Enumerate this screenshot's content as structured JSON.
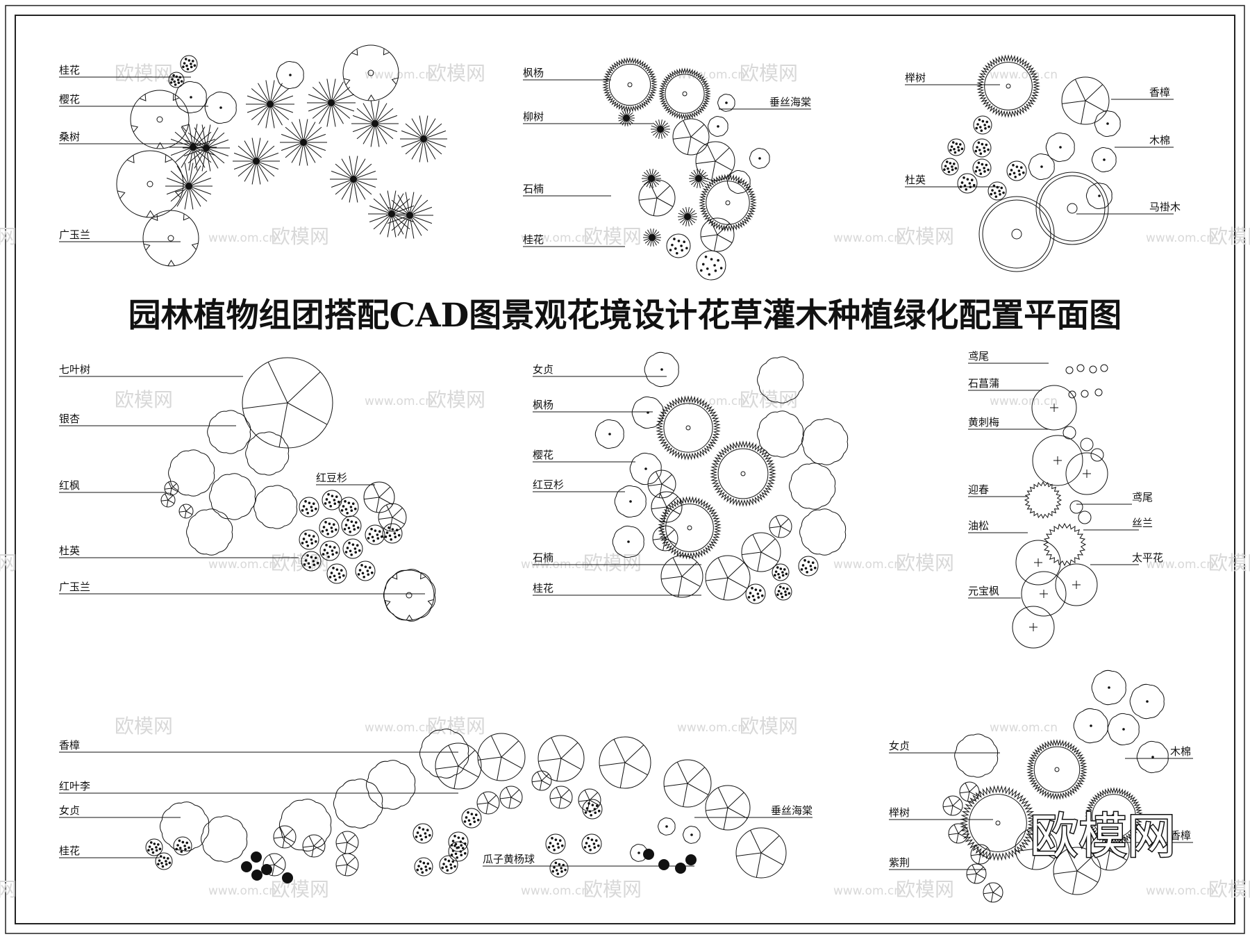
{
  "title": "园林植物组团搭配CAD图景观花境设计花草灌木种植绿化配置平面图",
  "logo": "欧模网",
  "watermark": {
    "text": "欧模网",
    "url": "www.om.cn",
    "url_partial": "om.cn",
    "url_prefix": "www."
  },
  "groups": {
    "g1": [
      "桂花",
      "樱花",
      "桑树",
      "广玉兰"
    ],
    "g2": [
      "枫杨",
      "柳树",
      "垂丝海棠",
      "石楠",
      "桂花"
    ],
    "g3": [
      "榉树",
      "香樟",
      "木棉",
      "杜英",
      "马褂木"
    ],
    "g4": [
      "七叶树",
      "银杏",
      "红枫",
      "红豆杉",
      "杜英",
      "广玉兰"
    ],
    "g5": [
      "女贞",
      "枫杨",
      "樱花",
      "红豆杉",
      "石楠",
      "桂花"
    ],
    "g6": [
      "鸢尾",
      "石菖蒲",
      "黄刺梅",
      "迎春",
      "鸢尾",
      "油松",
      "丝兰",
      "太平花",
      "元宝枫"
    ],
    "g7": [
      "香樟",
      "红叶李",
      "女贞",
      "桂花",
      "垂丝海棠",
      "瓜子黄杨球"
    ],
    "g8": [
      "女贞",
      "木棉",
      "榉树",
      "香樟",
      "紫荆"
    ]
  }
}
